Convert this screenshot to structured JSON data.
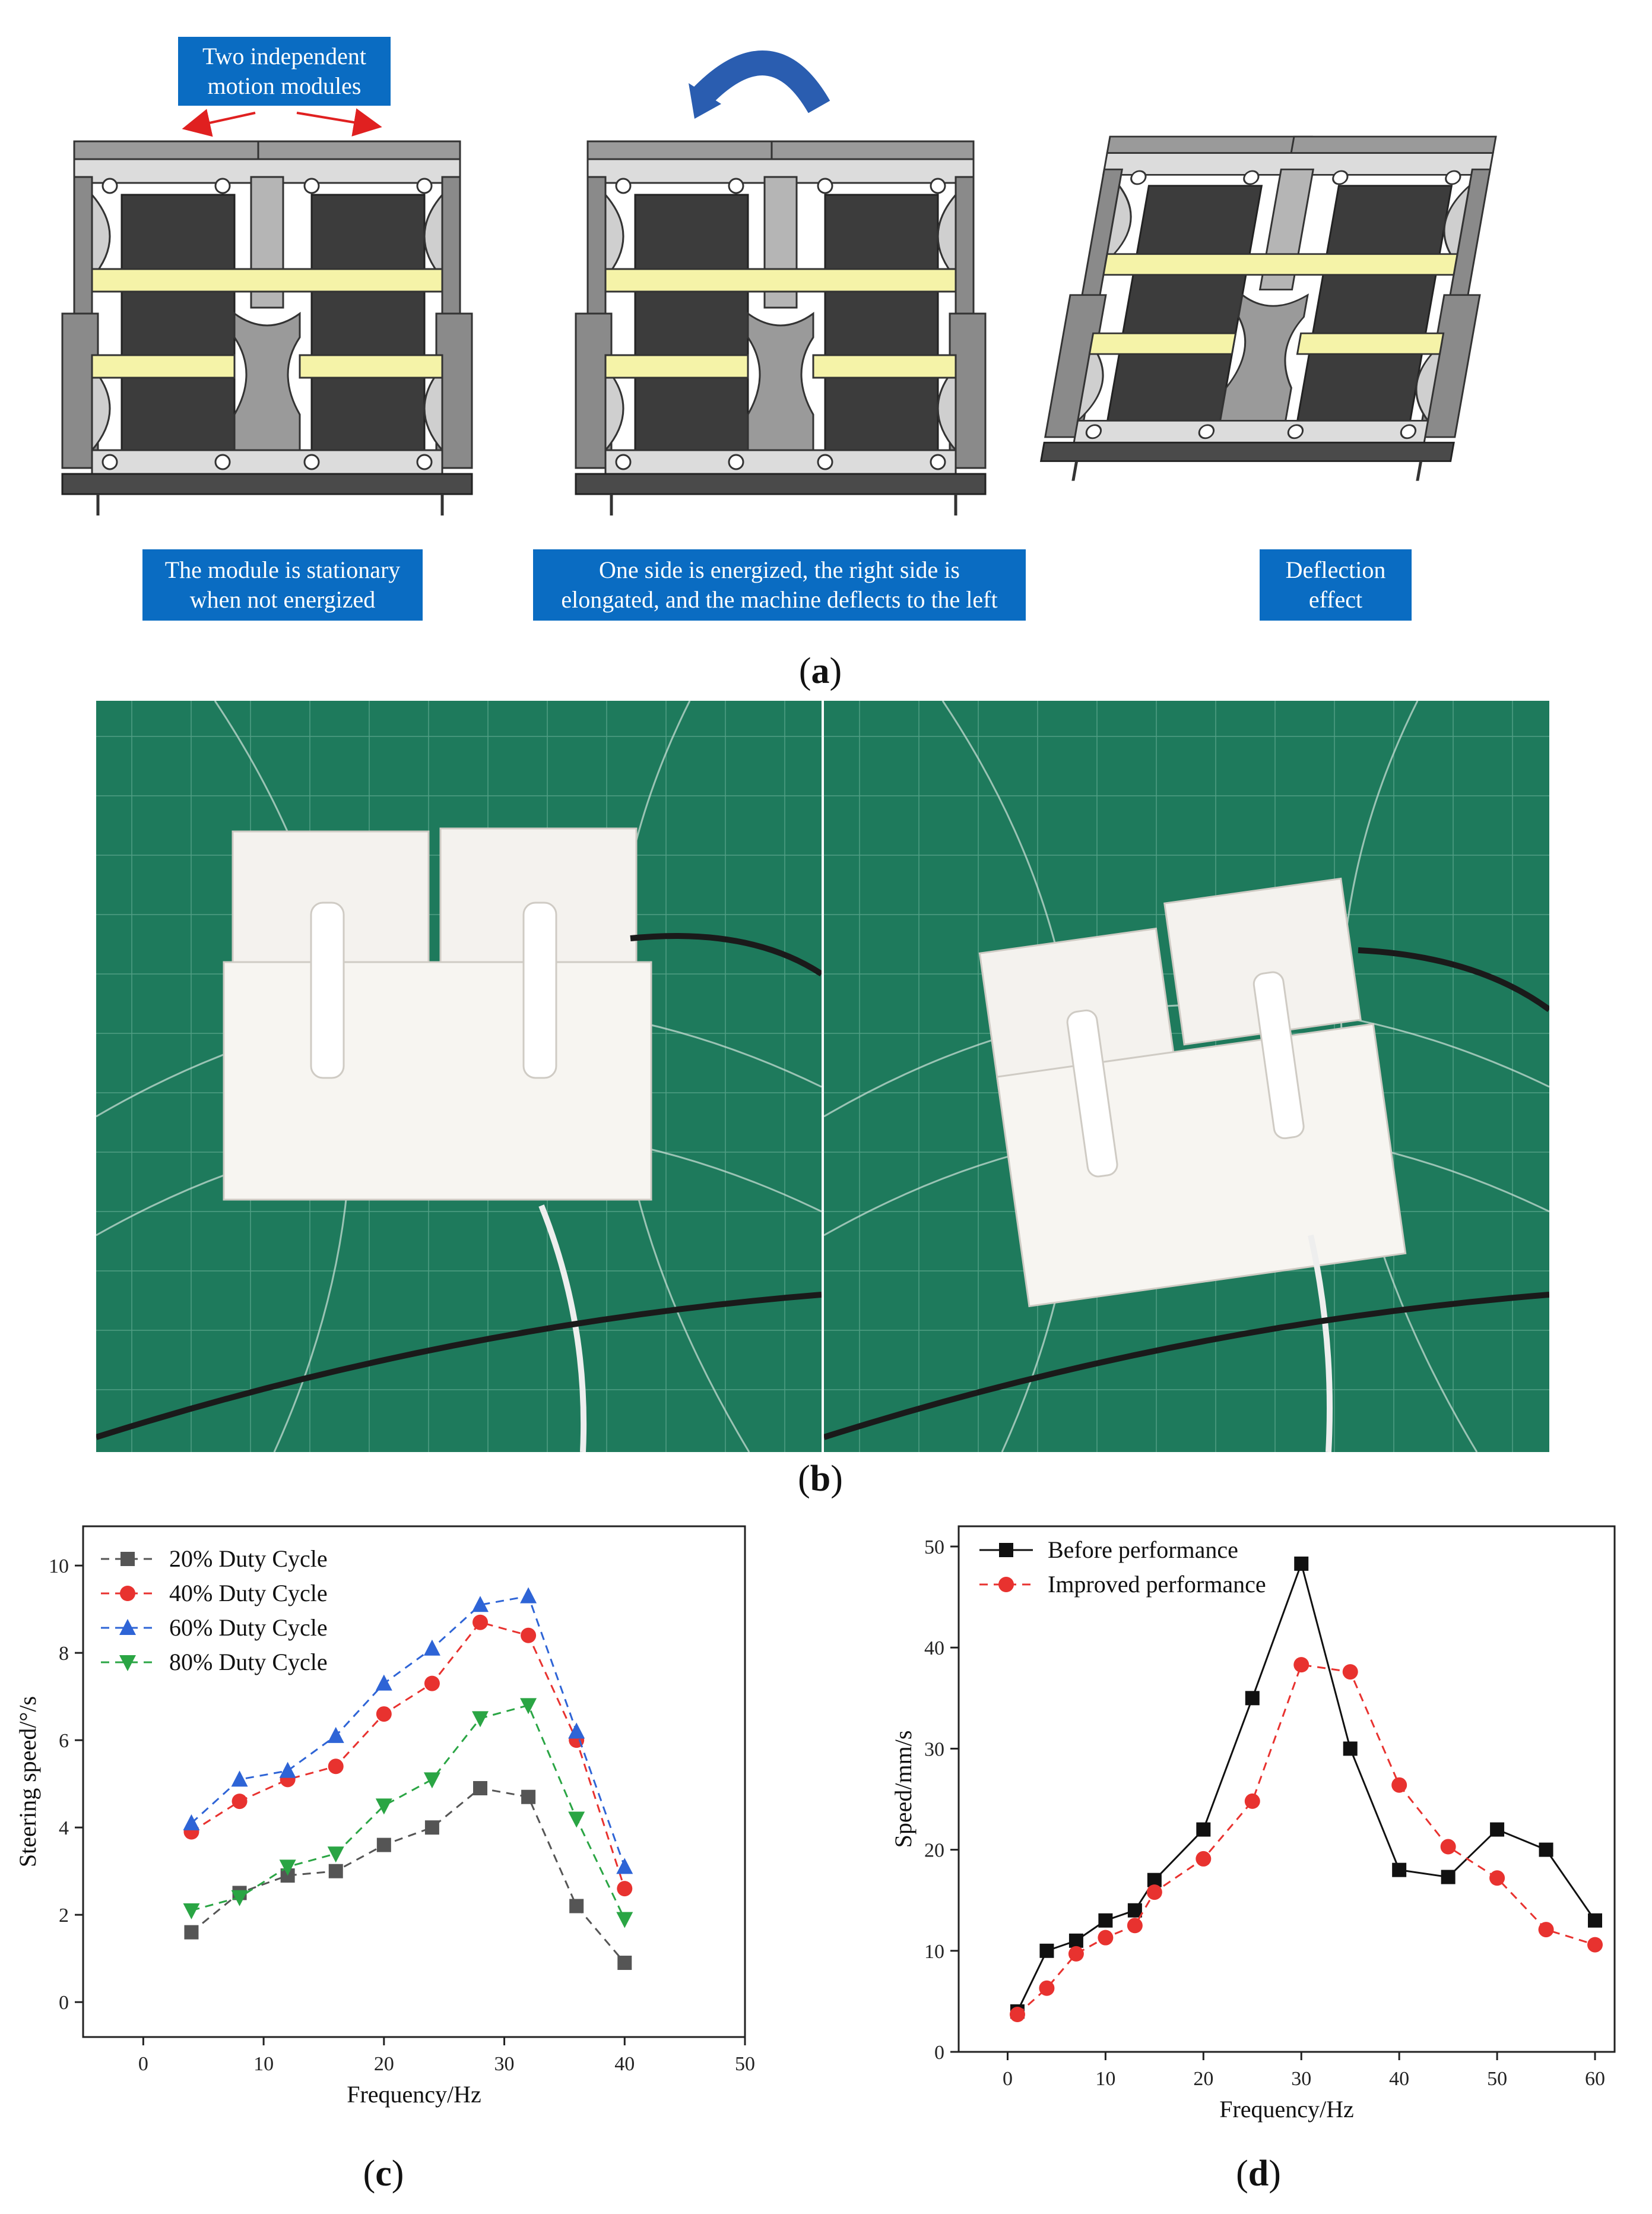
{
  "panel_a": {
    "label_top": [
      "Two independent",
      "motion modules"
    ],
    "label_1": [
      "The module is stationary",
      "when not energized"
    ],
    "label_2": [
      "One side is energized, the right side is",
      "elongated, and the machine deflects to the left"
    ],
    "label_3": [
      "Deflection",
      "effect"
    ],
    "caption": "a",
    "colors": {
      "box": "#0a6cc2",
      "strip": "#f5f3a8",
      "frame": "#8a8a8a",
      "pad": "#3c3c3c"
    }
  },
  "panel_b": {
    "caption": "b"
  },
  "panel_c": {
    "caption": "c"
  },
  "panel_d": {
    "caption": "d"
  },
  "chart_data": [
    {
      "type": "scatter",
      "xlabel": "Frequency/Hz",
      "ylabel": "Steering speed/°/s",
      "xlim": [
        -5,
        50
      ],
      "ylim": [
        -0.8,
        10.9
      ],
      "xticks": [
        "0",
        "10",
        "20",
        "30",
        "40",
        "50"
      ],
      "yticks": [
        "0",
        "2",
        "4",
        "6",
        "8",
        "10"
      ],
      "legend_position": "top-left",
      "series": [
        {
          "name": "20% Duty Cycle",
          "color": "#555555",
          "marker": "square",
          "x": [
            4,
            8,
            12,
            16,
            20,
            24,
            28,
            32,
            36,
            40
          ],
          "y": [
            1.6,
            2.5,
            2.9,
            3.0,
            3.6,
            4.0,
            4.9,
            4.7,
            2.2,
            0.9
          ]
        },
        {
          "name": "40% Duty Cycle",
          "color": "#e8322f",
          "marker": "circle",
          "x": [
            4,
            8,
            12,
            16,
            20,
            24,
            28,
            32,
            36,
            40
          ],
          "y": [
            3.9,
            4.6,
            5.1,
            5.4,
            6.6,
            7.3,
            8.7,
            8.4,
            6.0,
            2.6
          ]
        },
        {
          "name": "60% Duty Cycle",
          "color": "#2e64d6",
          "marker": "triangle-up",
          "x": [
            4,
            8,
            12,
            16,
            20,
            24,
            28,
            32,
            36,
            40
          ],
          "y": [
            4.1,
            5.1,
            5.3,
            6.1,
            7.3,
            8.1,
            9.1,
            9.3,
            6.2,
            3.1
          ]
        },
        {
          "name": "80% Duty Cycle",
          "color": "#2aa544",
          "marker": "triangle-down",
          "x": [
            4,
            8,
            12,
            16,
            20,
            24,
            28,
            32,
            36,
            40
          ],
          "y": [
            2.1,
            2.4,
            3.1,
            3.4,
            4.5,
            5.1,
            6.5,
            6.8,
            4.2,
            1.9
          ]
        }
      ]
    },
    {
      "type": "line",
      "xlabel": "Frequency/Hz",
      "ylabel": "Speed/mm/s",
      "xlim": [
        -5,
        62
      ],
      "ylim": [
        0,
        52
      ],
      "xticks": [
        "0",
        "10",
        "20",
        "30",
        "40",
        "50",
        "60"
      ],
      "yticks": [
        "0",
        "10",
        "20",
        "30",
        "40",
        "50"
      ],
      "legend_position": "top-left",
      "series": [
        {
          "name": "Before performance",
          "color": "#111111",
          "marker": "square",
          "x": [
            1,
            4,
            7,
            10,
            13,
            15,
            20,
            25,
            30,
            35,
            40,
            45,
            50,
            55,
            60
          ],
          "y": [
            4,
            10,
            11,
            13,
            14,
            17,
            22,
            35,
            48.3,
            30,
            18,
            17.3,
            22,
            20,
            13
          ]
        },
        {
          "name": "Improved performance",
          "color": "#e8322f",
          "marker": "circle",
          "x": [
            1,
            4,
            7,
            10,
            13,
            15,
            20,
            25,
            30,
            35,
            40,
            45,
            50,
            55,
            60
          ],
          "y": [
            3.7,
            6.3,
            9.7,
            11.3,
            12.5,
            15.8,
            19.1,
            24.8,
            38.3,
            37.6,
            26.4,
            20.3,
            17.2,
            12.1,
            10.6
          ]
        }
      ]
    }
  ]
}
